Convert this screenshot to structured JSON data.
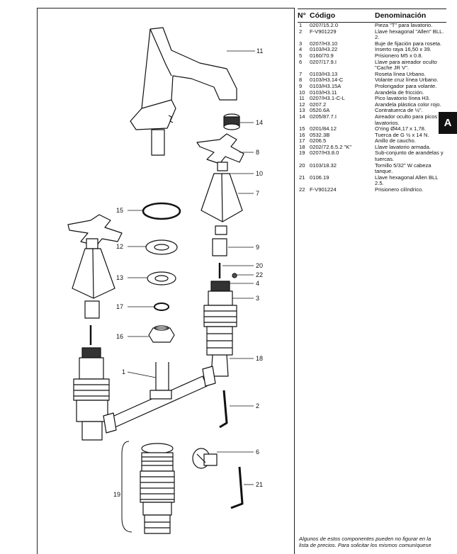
{
  "section_tab": "A",
  "table": {
    "headers": {
      "number": "N°",
      "code": "Código",
      "name": "Denominación"
    },
    "rows": [
      {
        "n": "1",
        "code": "0207/15.2.0",
        "name": "Pieza \"T\" para lavatorio."
      },
      {
        "n": "2",
        "code": "F-V901229",
        "name": "Llave hexagonal \"Allen\" BLL. 2."
      },
      {
        "n": "3",
        "code": "0207/H3.10",
        "name": "Buje de fijación para roseta."
      },
      {
        "n": "4",
        "code": "0103/H3.22",
        "name": "Inserto raya 16,50 x 39."
      },
      {
        "n": "5",
        "code": "0160/70.9",
        "name": "Prisionero M5 x 0.8."
      },
      {
        "n": "6",
        "code": "0207/17.9.I",
        "name": "Llave para aireador oculto \"Cache JR V\"."
      },
      {
        "n": "7",
        "code": "0103/H3.13",
        "name": "Roseta línea Urbano."
      },
      {
        "n": "8",
        "code": "0103/H3.14-C",
        "name": "Volante cruz línea Urbano."
      },
      {
        "n": "9",
        "code": "0103/H3.15A",
        "name": "Prolongador para volante."
      },
      {
        "n": "10",
        "code": "0103/H3.11",
        "name": "Arandela de fricción."
      },
      {
        "n": "11",
        "code": "0207/H3.1-C-L",
        "name": "Pico lavatorio línea H3."
      },
      {
        "n": "12",
        "code": "0207.2",
        "name": "Arandela plástica color rojo."
      },
      {
        "n": "13",
        "code": "0520.6A",
        "name": "Contratuerca de ½\"."
      },
      {
        "n": "14",
        "code": "0205/87.7.I",
        "name": "Aireador oculto para picos lavatorios."
      },
      {
        "n": "15",
        "code": "0201/84.12",
        "name": "O'ring Ø44,17 x 1,78."
      },
      {
        "n": "16",
        "code": "0532.3B",
        "name": "Tuerca de G ½ x 14 N."
      },
      {
        "n": "17",
        "code": "0206.5",
        "name": "Anillo de caucho."
      },
      {
        "n": "18",
        "code": "0202/72.6.5.2 \"K\"",
        "name": "Llave lavatorio armada."
      },
      {
        "n": "19",
        "code": "0207/H3.8.0",
        "name": "Sub-conjunto de arandelas y tuercas."
      },
      {
        "n": "20",
        "code": "0103/18.32",
        "name": "Tornillo 5/32\" W cabeza tanque."
      },
      {
        "n": "21",
        "code": "0106.19",
        "name": "Llave hexagonal Allen BLL 2.5."
      },
      {
        "n": "22",
        "code": "F-V901224",
        "name": "Prisionero cilíndrico."
      }
    ]
  },
  "note": "Algunos de estos componentes pueden no figurar en la lista de precios. Para solicitar los mismos comuníquese",
  "callouts": [
    "11",
    "14",
    "8",
    "10",
    "7",
    "15",
    "12",
    "9",
    "20",
    "22",
    "4",
    "13",
    "3",
    "17",
    "16",
    "18",
    "1",
    "2",
    "6",
    "21",
    "19"
  ]
}
